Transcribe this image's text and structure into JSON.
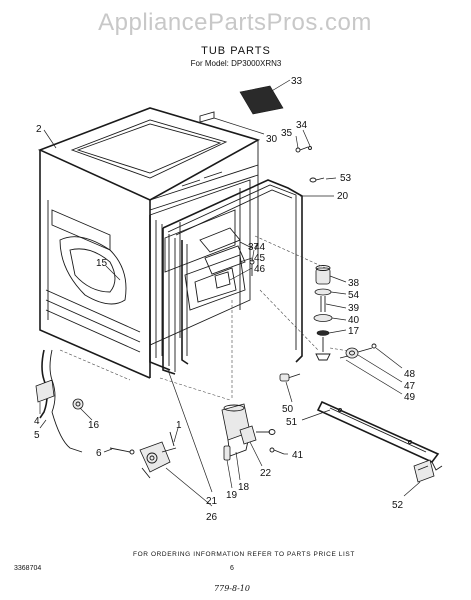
{
  "watermark": "AppliancePartsPros.com",
  "title": "TUB PARTS",
  "model_line": "For Model: DP3000XRN3",
  "footer_text": "FOR ORDERING INFORMATION REFER TO PARTS PRICE LIST",
  "doc_number": "3368704",
  "page_number": "6",
  "handwritten_note": "779-8-10",
  "callouts": {
    "c1": "1",
    "c2": "2",
    "c4": "4",
    "c5": "5",
    "c6": "6",
    "c15": "15",
    "c16": "16",
    "c17": "17",
    "c18": "18",
    "c19": "19",
    "c20": "20",
    "c21": "21",
    "c22": "22",
    "c26": "26",
    "c30": "30",
    "c33": "33",
    "c34": "34",
    "c35": "35",
    "c37": "37",
    "c38": "38",
    "c39": "39",
    "c40": "40",
    "c41": "41",
    "c44": "44",
    "c45": "45",
    "c46": "46",
    "c47": "47",
    "c48": "48",
    "c49": "49",
    "c50": "50",
    "c51": "51",
    "c52": "52",
    "c53": "53",
    "c54": "54"
  }
}
